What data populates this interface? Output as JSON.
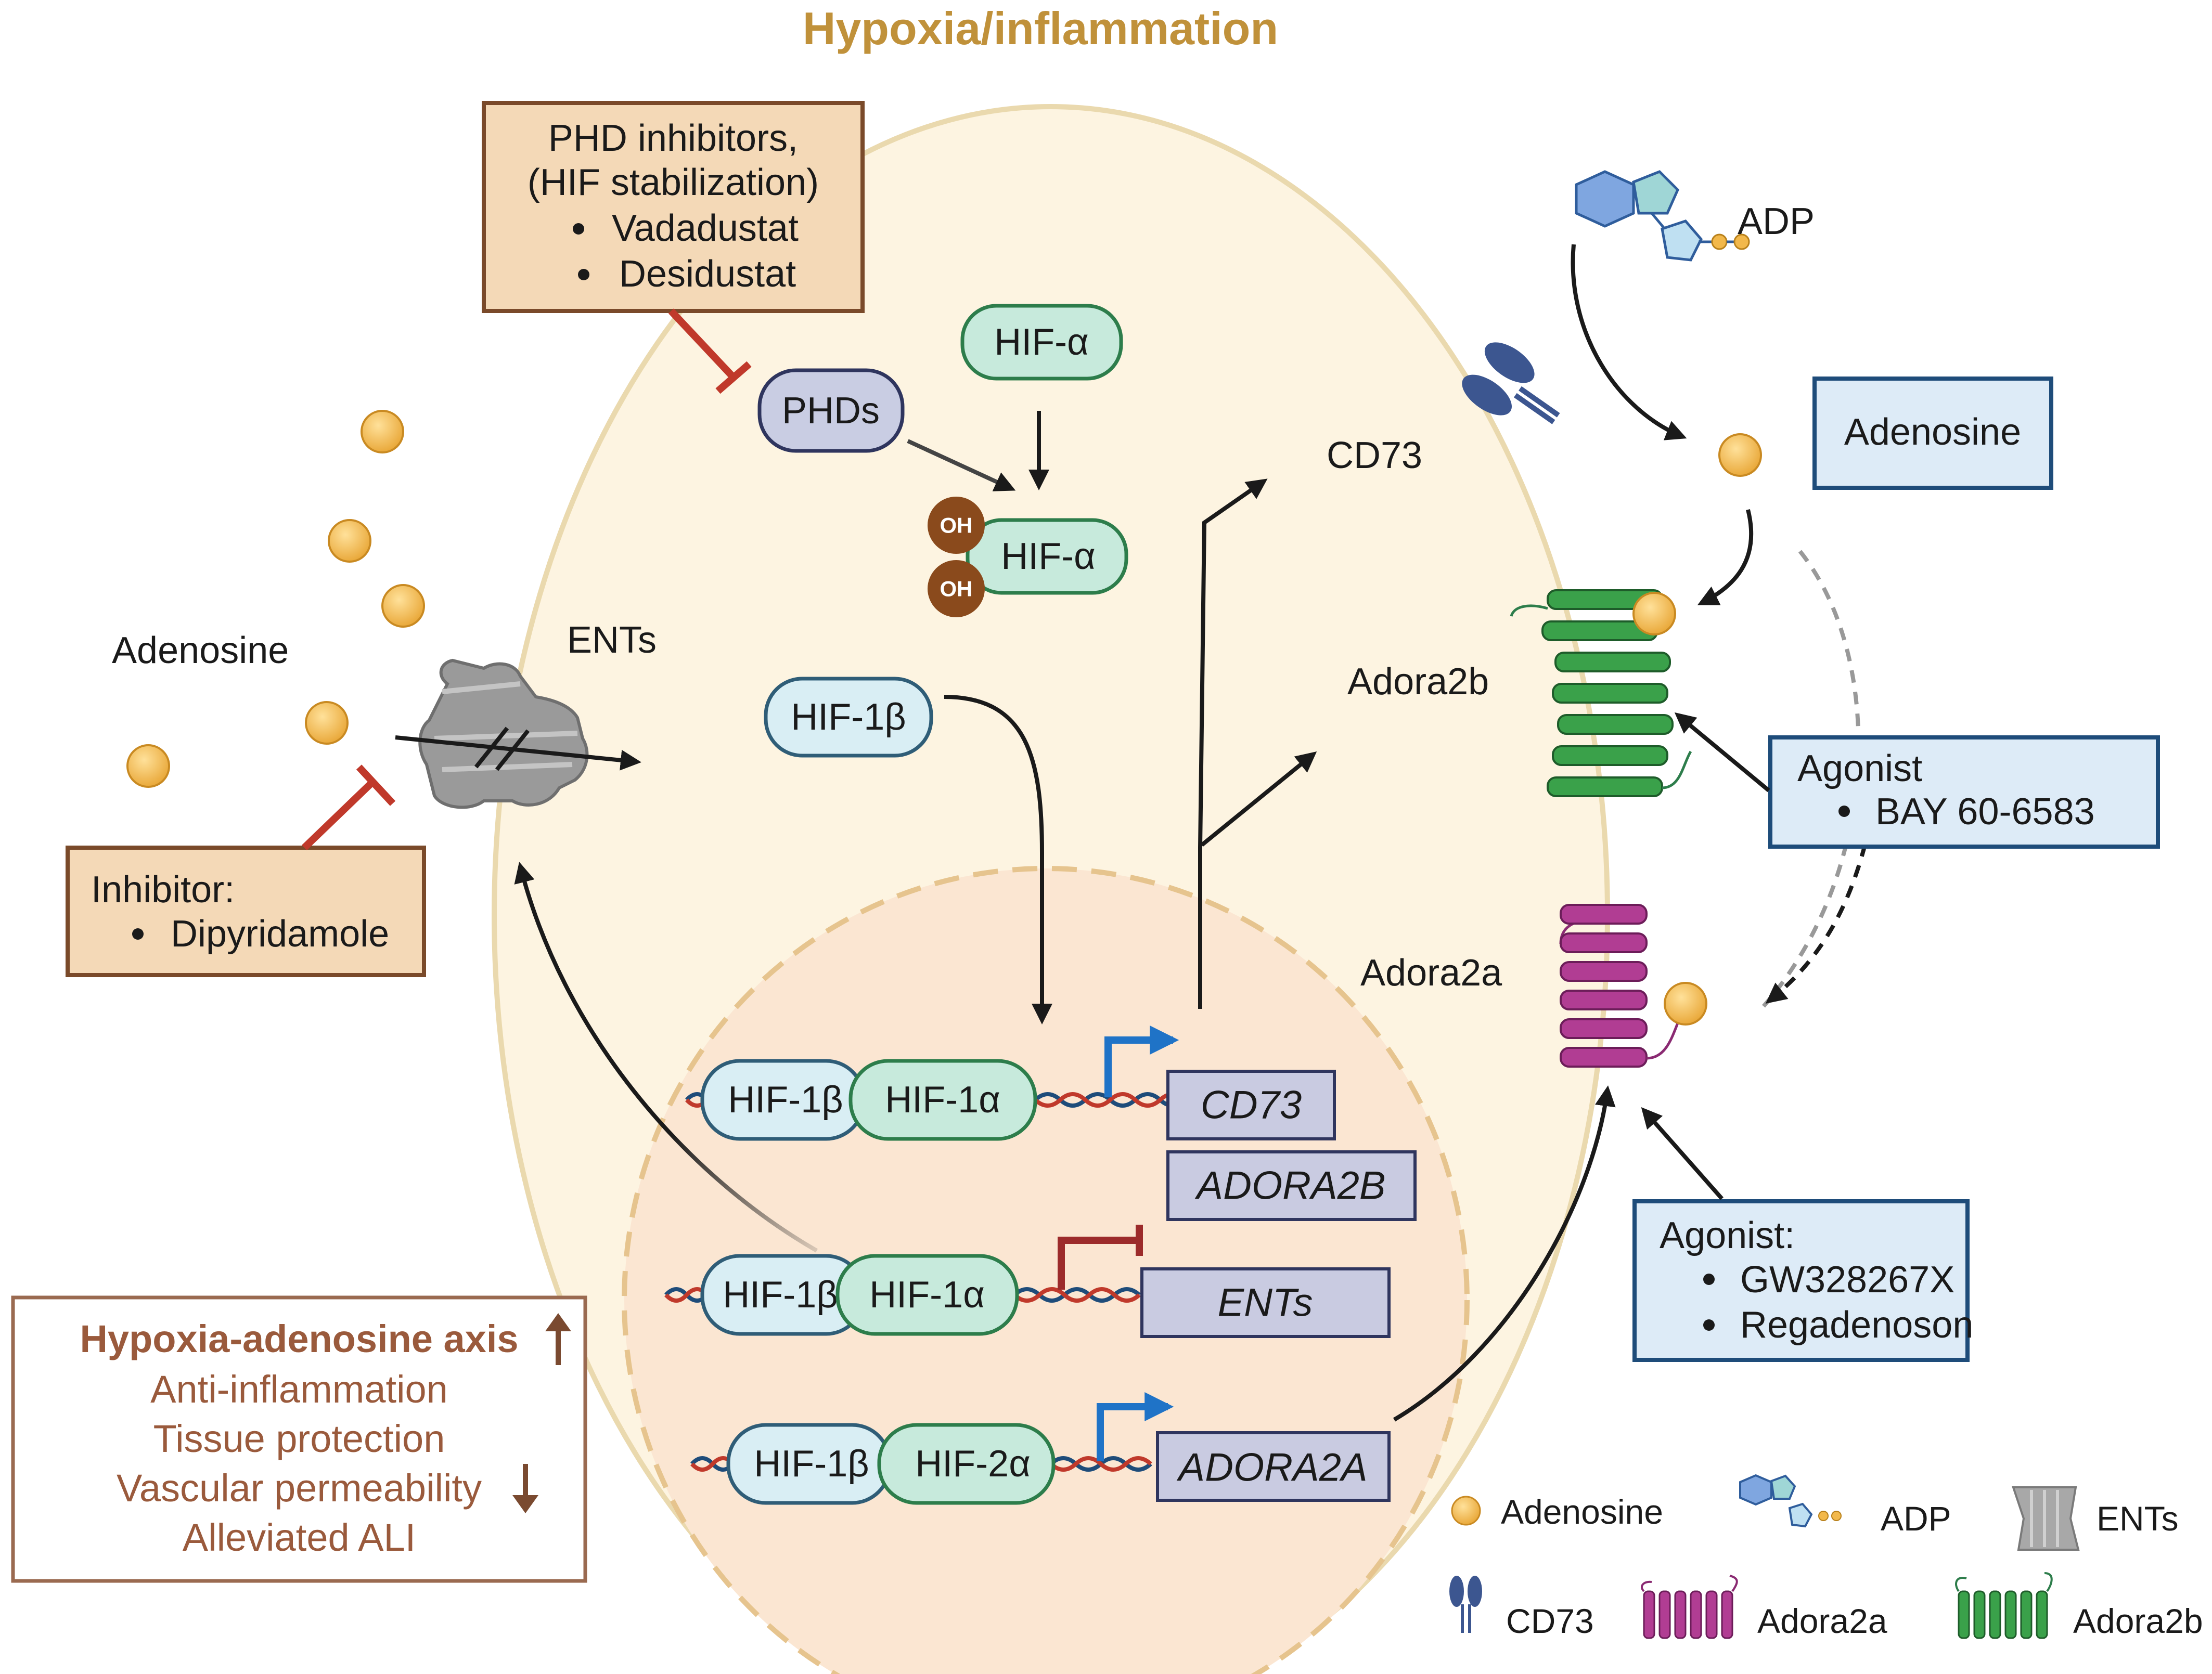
{
  "header": {
    "title": "Hypoxia/inflammation"
  },
  "colors": {
    "title": "#c0913a",
    "cell_fill": "#fdf4e1",
    "cell_stroke": "#ead9ae",
    "nucleus_fill": "#fbe6d2",
    "nucleus_stroke": "#e6c48e",
    "hif_alpha_fill": "#c7eadc",
    "hif_alpha_stroke": "#2d7d4b",
    "hif_beta_fill": "#d9eef4",
    "hif_beta_stroke": "#2f5d77",
    "phd_fill": "#c9cde3",
    "phd_stroke": "#2f355e",
    "gene_fill": "#c9cbe1",
    "inhibitor_box_fill": "#f4d9b7",
    "inhibitor_box_stroke": "#7a4a2a",
    "agonist_box_fill": "#ddebf7",
    "agonist_box_stroke": "#1e4c7a",
    "summary_text": "#9a5a3c",
    "inhibit_red": "#c0392b",
    "promoter_blue": "#1f73c7",
    "adenosine": "#f2b84b",
    "adora2a": "#b13d93",
    "adora2b": "#3aa14a",
    "cd73": "#3c5690",
    "oh_fill": "#8a4a1c"
  },
  "phd_inhibitor_box": {
    "title_line1": "PHD inhibitors,",
    "title_line2": "(HIF stabilization)",
    "items": [
      "Vadadustat",
      "Desidustat"
    ]
  },
  "ent_inhibitor_box": {
    "title": "Inhibitor:",
    "items": [
      "Dipyridamole"
    ]
  },
  "adora2b_agonist_box": {
    "title": "Agonist",
    "items": [
      "BAY 60-6583"
    ]
  },
  "adora2a_agonist_box": {
    "title": "Agonist:",
    "items": [
      "GW328267X",
      "Regadenoson"
    ]
  },
  "adenosine_box": {
    "label": "Adenosine"
  },
  "labels": {
    "phds": "PHDs",
    "hif_alpha": "HIF-α",
    "hif_1beta": "HIF-1β",
    "hif_1alpha": "HIF-1α",
    "hif_2alpha": "HIF-2α",
    "oh": "OH",
    "cd73": "CD73",
    "adora2b": "Adora2b",
    "adora2a": "Adora2a",
    "adp": "ADP",
    "ents": "ENTs",
    "adenosine_outside": "Adenosine"
  },
  "genes": {
    "cd73": "CD73",
    "adora2b": "ADORA2B",
    "ents": "ENTs",
    "adora2a": "ADORA2A"
  },
  "summary": {
    "heading": "Hypoxia-adenosine axis",
    "heading_trend": "up",
    "lines": [
      "Anti-inflammation",
      "Tissue protection",
      "Vascular permeability",
      "Alleviated ALI"
    ],
    "permeability_trend": "down"
  },
  "legend": {
    "adenosine": "Adenosine",
    "adp": "ADP",
    "ents": "ENTs",
    "cd73": "CD73",
    "adora2a": "Adora2a",
    "adora2b": "Adora2b"
  }
}
